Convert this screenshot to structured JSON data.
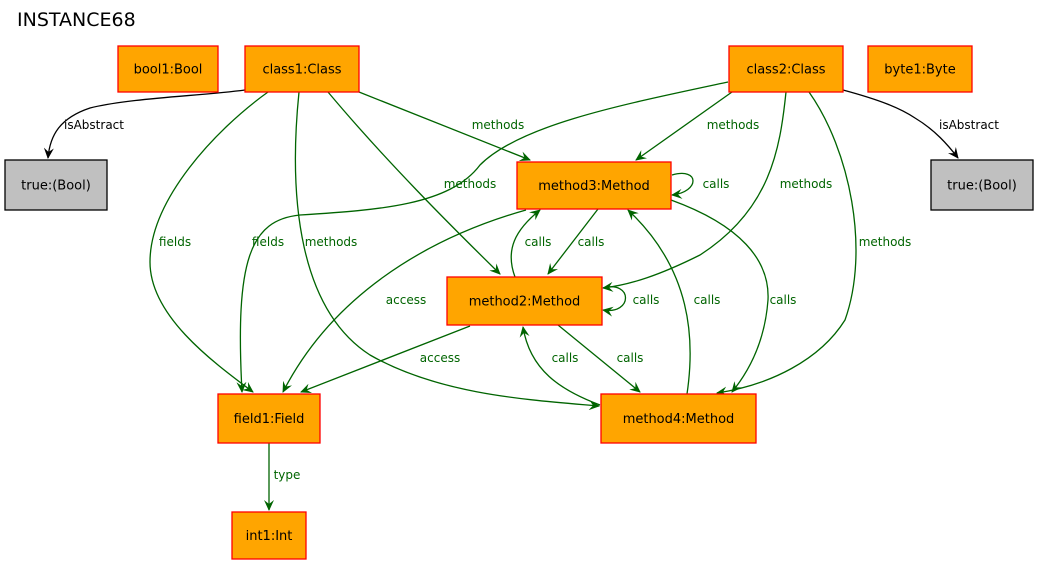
{
  "title": "INSTANCE68",
  "colors": {
    "node_fill": "#ffa500",
    "node_stroke": "#ff0000",
    "grey_fill": "#c0c0c0",
    "grey_stroke": "#000000",
    "edge_green": "#006400",
    "edge_black": "#000000"
  },
  "nodes": {
    "bool1": {
      "label": "bool1:Bool",
      "style": "orange"
    },
    "class1": {
      "label": "class1:Class",
      "style": "orange"
    },
    "class2": {
      "label": "class2:Class",
      "style": "orange"
    },
    "byte1": {
      "label": "byte1:Byte",
      "style": "orange"
    },
    "true1": {
      "label": "true:(Bool)",
      "style": "grey"
    },
    "true2": {
      "label": "true:(Bool)",
      "style": "grey"
    },
    "method3": {
      "label": "method3:Method",
      "style": "orange"
    },
    "method2": {
      "label": "method2:Method",
      "style": "orange"
    },
    "method4": {
      "label": "method4:Method",
      "style": "orange"
    },
    "field1": {
      "label": "field1:Field",
      "style": "orange"
    },
    "int1": {
      "label": "int1:Int",
      "style": "orange"
    }
  },
  "edges": [
    {
      "id": "e1",
      "from": "class1",
      "to": "true1",
      "label": "isAbstract",
      "color": "black"
    },
    {
      "id": "e2",
      "from": "class2",
      "to": "true2",
      "label": "isAbstract",
      "color": "black"
    },
    {
      "id": "e3",
      "from": "class1",
      "to": "method3",
      "label": "methods",
      "color": "green"
    },
    {
      "id": "e4",
      "from": "class1",
      "to": "method2",
      "label": "methods",
      "color": "green"
    },
    {
      "id": "e5",
      "from": "class1",
      "to": "method4",
      "label": "methods",
      "color": "green"
    },
    {
      "id": "e6",
      "from": "class1",
      "to": "field1",
      "label": "fields",
      "color": "green"
    },
    {
      "id": "e7",
      "from": "class2",
      "to": "method3",
      "label": "methods",
      "color": "green"
    },
    {
      "id": "e8",
      "from": "class2",
      "to": "method2",
      "label": "methods",
      "color": "green"
    },
    {
      "id": "e9",
      "from": "class2",
      "to": "method4",
      "label": "methods",
      "color": "green"
    },
    {
      "id": "e10",
      "from": "class2",
      "to": "field1",
      "label": "fields",
      "color": "green"
    },
    {
      "id": "e11",
      "from": "method3",
      "to": "method3",
      "label": "calls",
      "color": "green"
    },
    {
      "id": "e12",
      "from": "method3",
      "to": "method2",
      "label": "calls",
      "color": "green"
    },
    {
      "id": "e13",
      "from": "method2",
      "to": "method3",
      "label": "calls",
      "color": "green"
    },
    {
      "id": "e14",
      "from": "method2",
      "to": "method2",
      "label": "calls",
      "color": "green"
    },
    {
      "id": "e15",
      "from": "method2",
      "to": "method4",
      "label": "calls",
      "color": "green"
    },
    {
      "id": "e16",
      "from": "method4",
      "to": "method2",
      "label": "calls",
      "color": "green"
    },
    {
      "id": "e17",
      "from": "method4",
      "to": "method3",
      "label": "calls",
      "color": "green"
    },
    {
      "id": "e18",
      "from": "method3",
      "to": "method4",
      "label": "calls",
      "color": "green"
    },
    {
      "id": "e19",
      "from": "method3",
      "to": "field1",
      "label": "access",
      "color": "green"
    },
    {
      "id": "e20",
      "from": "method2",
      "to": "field1",
      "label": "access",
      "color": "green"
    },
    {
      "id": "e21",
      "from": "field1",
      "to": "int1",
      "label": "type",
      "color": "green"
    }
  ]
}
